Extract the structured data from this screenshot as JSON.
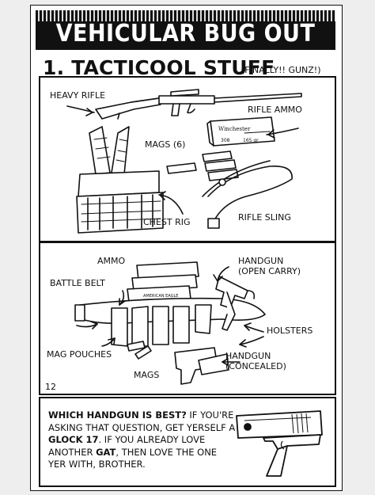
{
  "title": "VEHICULAR BUG OUT LIST",
  "section": {
    "heading": "1. TACTICOOL STUFF",
    "subheading": "(FINALLY!! GUNZ!)"
  },
  "panel1": {
    "labels": {
      "heavy_rifle": "HEAVY RIFLE",
      "rifle_ammo": "RIFLE AMMO",
      "mags": "MAGS (6)",
      "chest_rig": "CHEST RIG",
      "rifle_sling": "RIFLE SLING"
    },
    "ammo_box_text": [
      "Winchester",
      "308",
      "165 gr"
    ]
  },
  "panel2": {
    "labels": {
      "ammo": "AMMO",
      "handgun_open": "HANDGUN\n(OPEN CARRY)",
      "battle_belt": "BATTLE BELT",
      "holsters": "HOLSTERS",
      "mag_pouches": "MAG POUCHES",
      "handgun_concealed": "HANDGUN\n(CONCEALED)",
      "mags": "MAGS"
    },
    "ammo_box_text": "AMERICAN EAGLE",
    "page_number": "12"
  },
  "panel3": {
    "question": "WHICH HANDGUN IS BEST?",
    "line1": " IF YOU'RE ASKING THAT QUESTION, GET YERSELF A ",
    "highlight1": "GLOCK 17",
    "line2": ". IF YOU ALREADY LOVE ANOTHER ",
    "highlight2": "GAT",
    "line3": ", THEN LOVE THE ONE YER WITH, BROTHER."
  }
}
